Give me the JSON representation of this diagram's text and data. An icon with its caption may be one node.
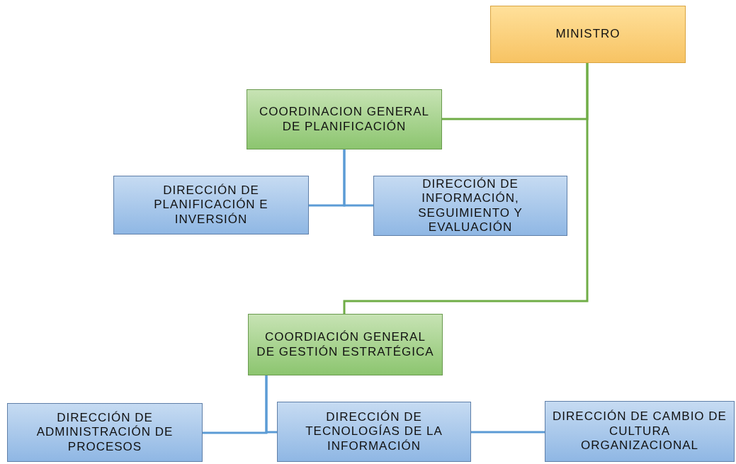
{
  "diagram": {
    "nodes": [
      {
        "text": [
          "MINISTRO"
        ]
      },
      {
        "text": [
          "COORDINACION GENERAL DE PLANIFICACIÓN"
        ]
      },
      {
        "text": [
          "DIRECCIÓN DE PLANIFICACIÓN E INVERSIÓN"
        ]
      },
      {
        "text": [
          "DIRECCIÓN DE INFORMACIÓN, SEGUIMIENTO Y EVALUACIÓN"
        ]
      },
      {
        "text": [
          "COORDIACIÓN GENERAL DE GESTIÓN ESTRATÉGICA"
        ]
      },
      {
        "text": [
          "DIRECCIÓN DE ADMINISTRACIÓN DE PROCESOS"
        ]
      },
      {
        "text": [
          "DIRECCIÓN DE TECNOLOGÍAS DE LA INFORMACIÓN"
        ]
      },
      {
        "text": [
          "DIRECCIÓN DE CAMBIO DE CULTURA ORGANIZACIONAL"
        ]
      }
    ],
    "edges": [
      {
        "from": 0,
        "to": 1,
        "arrow": "none",
        "color": "#70ad47"
      },
      {
        "from": 0,
        "to": 4,
        "arrow": "none",
        "color": "#70ad47"
      },
      {
        "from": 1,
        "to": 2,
        "arrow": "none"
      },
      {
        "from": 1,
        "to": 3,
        "arrow": "none"
      },
      {
        "from": 4,
        "to": 5,
        "arrow": "none"
      },
      {
        "from": 4,
        "to": 6,
        "arrow": "none"
      },
      {
        "from": 6,
        "to": 7,
        "arrow": "none"
      }
    ]
  }
}
